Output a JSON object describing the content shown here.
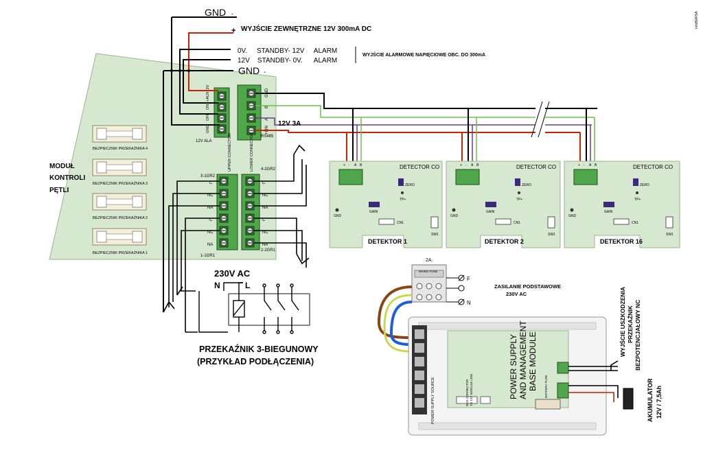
{
  "top_wiring": {
    "gnd_top": "GND",
    "minus_sign": "-",
    "plus_sign": "+",
    "external_output": "WYJŚCIE ZEWNĘTRZNE 12V 300mA DC",
    "alarm_row1": "0V.     STANDBY- 12V     ALARM",
    "alarm_row2": "12V    STANDBY- 0V.      ALARM",
    "alarm_note": "WYJŚCIE ALARMOWE NAPIĘCIOWE OBC. DO 300mA",
    "gnd_second": "GND"
  },
  "module": {
    "title_line1": "MODUŁ",
    "title_line2": "KONTROLI",
    "title_line3": "PĘTLI",
    "fuses": [
      "BEZPIECZNIK PRZEKAŹNIKA 4",
      "BEZPIECZNIK PRZEKAŹNIKA 3",
      "BEZPIECZNIK PRZEKAŹNIKA 2",
      "BEZPIECZNIK PRZEKAŹNIKA 1"
    ],
    "aux_terminals": [
      "+AUX12V",
      "ON",
      "OFF",
      "GND"
    ],
    "ala_label": "12V ALA",
    "rs485_terminals": [
      "GND",
      "B",
      "A",
      "+LIN"
    ],
    "rs485_label": "RS485",
    "upper_connector": "UPPER CONNECTOR",
    "lower_connector": "LOWER CONNECTOR",
    "relay_left_labels": [
      "C",
      "NC",
      "NA",
      "C",
      "NC",
      "NA"
    ],
    "relay_right_labels": [
      "C",
      "NC",
      "NA",
      "C",
      "NC",
      "NA"
    ],
    "gr_labels": [
      "3-1GR2",
      "4-2GR2",
      "1-1GR1",
      "2-2GR1"
    ],
    "line_12v": "12V 3A"
  },
  "relay": {
    "supply": "230V AC",
    "n_label": "N",
    "l_label": "L",
    "caption_line1": "PRZEKAŹNIK 3-BIEGUNOWY",
    "caption_line2": "(PRZYKŁAD PODŁĄCZENIA)"
  },
  "detectors": {
    "title": "DETECTOR CO",
    "terminal_labels": [
      "+",
      "-",
      "A",
      "B"
    ],
    "zero": "ZERO",
    "tp": "TP+",
    "gnd": "GND",
    "gain": "GAIN",
    "cn1": "CN1",
    "sw1": "SW1",
    "names": [
      "DETEKTOR 1",
      "DETEKTOR 2",
      "DETEKTOR 16"
    ]
  },
  "psu": {
    "fuse_rating": "2A.",
    "mains_fuse": "MAINS FUSE",
    "f_label": "F",
    "n_label": "N",
    "mains_line1": "ZASILANIE PODSTAWOWE",
    "mains_line2": "230V AC",
    "module_line1": "POWER SUPPLY",
    "module_line2": "AND MANAGEMENT",
    "module_line3": "BASE MODULE",
    "supply_source": "POWER SUPPLY SOURCE",
    "bus_line1": "BUS CONNECTOR",
    "bus_line2": "TO 1ST MODULE LINE",
    "battery_fuse": "BATTERY FUSE",
    "fault_line1": "WYJŚCIE USZKODZENIA",
    "fault_line2": "PRZEKAŹNIK",
    "fault_line3": "BEZPOTENCJAŁOWY NC",
    "battery_line1": "AKUMULATOR",
    "battery_line2": "12V / 7,5Ah",
    "watermark": "InfoBURSA"
  },
  "colors": {
    "board_green": "#d6e8cf",
    "terminal_green": "#4fa64b",
    "wire_red": "#cc2200",
    "wire_green": "#6ac04f",
    "wire_purple": "#6b3a8c",
    "wire_brown": "#8b4513",
    "wire_blue": "#1c5fd6",
    "wire_yellow_green": "#c8d84a"
  }
}
